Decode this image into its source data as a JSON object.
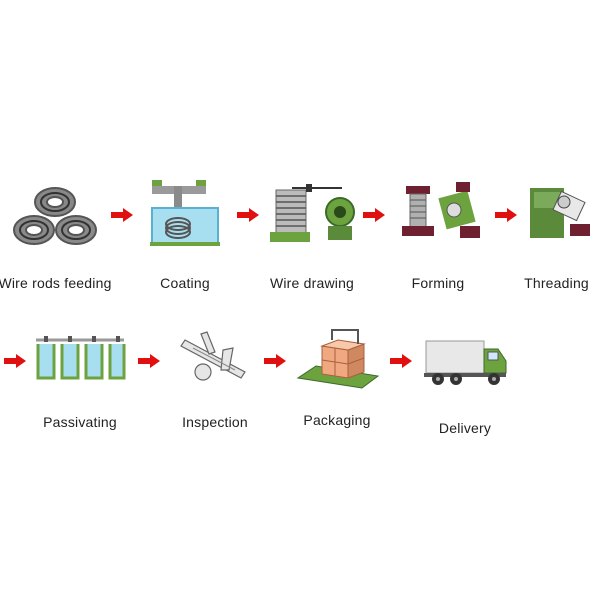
{
  "process": {
    "row1": [
      {
        "label": "Wire rods feeding",
        "icon": "wire-coils-icon"
      },
      {
        "label": "Coating",
        "icon": "coating-tank-icon"
      },
      {
        "label": "Wire drawing",
        "icon": "wire-drawing-machine-icon"
      },
      {
        "label": "Forming",
        "icon": "forming-machine-icon"
      },
      {
        "label": "Threading",
        "icon": "threading-machine-icon"
      }
    ],
    "row2": [
      {
        "label": "Passivating",
        "icon": "passivating-tanks-icon"
      },
      {
        "label": "Inspection",
        "icon": "caliper-icon"
      },
      {
        "label": "Packaging",
        "icon": "pallet-boxes-icon"
      },
      {
        "label": "Delivery",
        "icon": "delivery-truck-icon"
      }
    ]
  },
  "colors": {
    "arrow": "#e01010",
    "machine_green": "#5a8a3a",
    "machine_dark": "#3a3a3a",
    "maroon": "#6e2030",
    "water": "#a8dff0"
  }
}
